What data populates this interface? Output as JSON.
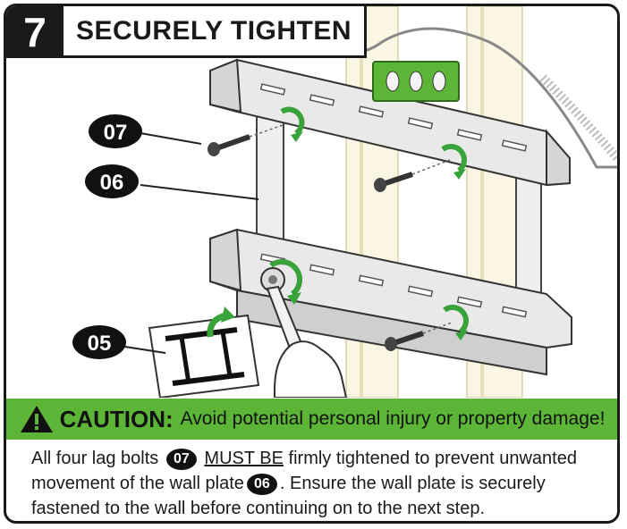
{
  "step": {
    "number": "7",
    "title": "SECURELY TIGHTEN"
  },
  "callouts": {
    "c07": "07",
    "c06": "06",
    "c05": "05"
  },
  "caution": {
    "label": "CAUTION:",
    "message": "Avoid potential personal injury or property damage!"
  },
  "instruction": {
    "part1": "All four lag bolts",
    "badge1": "07",
    "must_be": "MUST BE",
    "part2": "firmly tightened to prevent unwanted movement of the wall plate",
    "badge2": "06",
    "part3": ". Ensure the wall plate is securely fastened to the wall before continuing on to the next step."
  },
  "colors": {
    "accent_green": "#5cb536",
    "arrow_green": "#3aa23a",
    "ink": "#1a1a1a"
  }
}
